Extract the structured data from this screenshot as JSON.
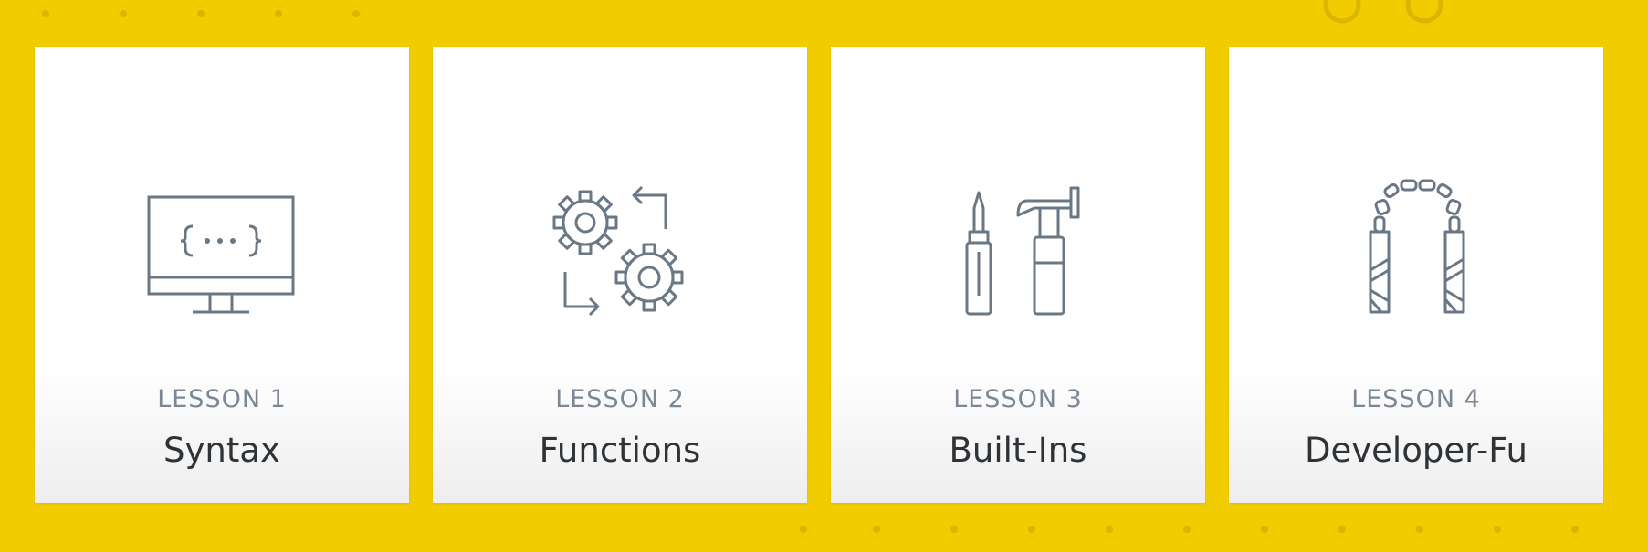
{
  "colors": {
    "background": "#f1cc00",
    "card": "#ffffff",
    "icon_stroke": "#6a7886",
    "label": "#7b8794",
    "title": "#2e3338"
  },
  "lessons": [
    {
      "label": "LESSON 1",
      "title": "Syntax",
      "icon": "monitor-code-icon"
    },
    {
      "label": "LESSON 2",
      "title": "Functions",
      "icon": "gears-arrows-icon"
    },
    {
      "label": "LESSON 3",
      "title": "Built-Ins",
      "icon": "screwdriver-hammer-icon"
    },
    {
      "label": "LESSON 4",
      "title": "Developer-Fu",
      "icon": "nunchucks-icon"
    }
  ]
}
